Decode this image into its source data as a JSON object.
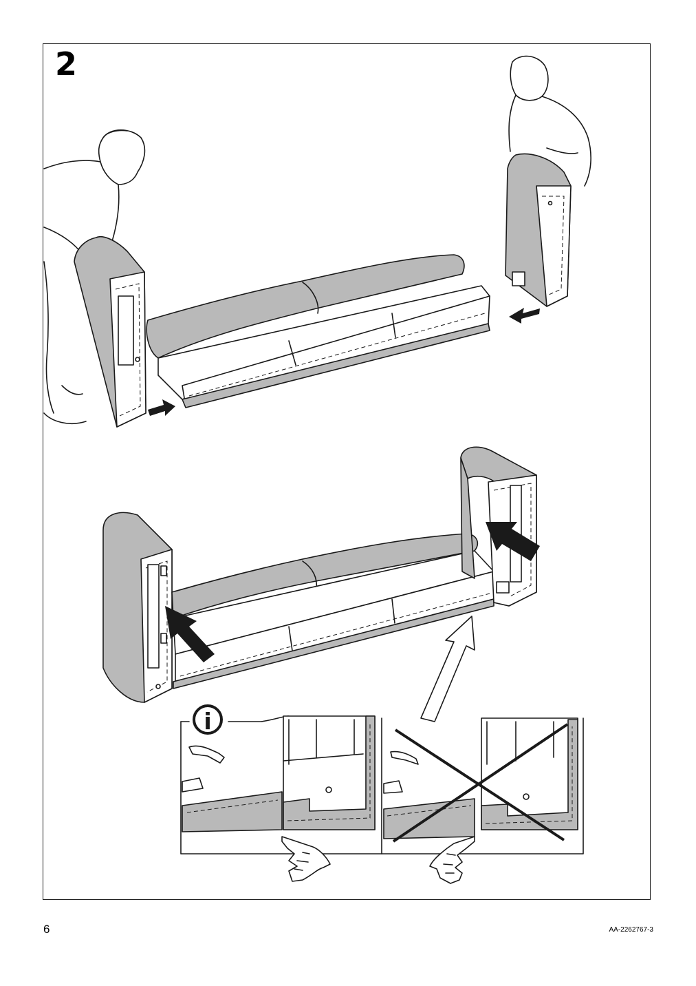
{
  "step": {
    "number": "2"
  },
  "info_symbol": "i",
  "footer": {
    "page_number": "6",
    "document_code": "AA-2262767-3"
  },
  "colors": {
    "line": "#1a1a1a",
    "fabric": "#b9b9b9",
    "background": "#ffffff"
  },
  "icons": [
    "person-figure",
    "arrow-icon",
    "info-icon",
    "pointing-hand-icon",
    "cross-out-icon"
  ]
}
